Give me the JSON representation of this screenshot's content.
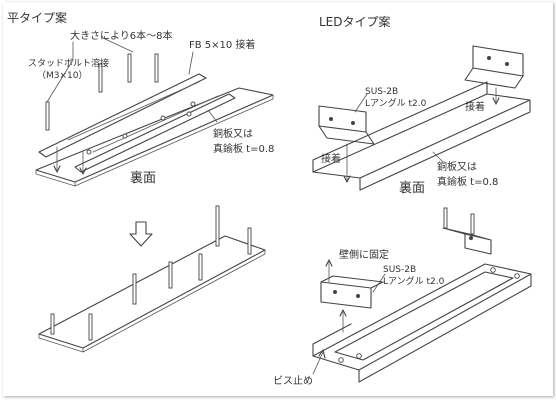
{
  "colors": {
    "ink": "#444444",
    "paper": "#ffffff"
  },
  "flat_type": {
    "title": "平タイプ案",
    "stud_note": "スタッドボルト溶接",
    "stud_sub": "（M3×10）",
    "count_note": "大きさにより6本〜8本",
    "fb_note": "FB 5×10 接着",
    "plate_note_1": "銅板又は",
    "plate_note_2": "真鍮板 t=0.8",
    "back_label": "裏面",
    "arrow_icon": "down-arrow-icon"
  },
  "led_type": {
    "title": "LEDタイプ案",
    "angle_note_1": "SUS-2B",
    "angle_note_2": "Lアングル t2.0",
    "weld_left": "接着",
    "weld_right": "接着",
    "plate_note_1": "銅板又は",
    "plate_note_2": "真鍮板 t=0.8",
    "back_label": "裏面",
    "wall_note": "壁側に固定",
    "angle2_note_1": "SUS-2B",
    "angle2_note_2": "Lアングル t2.0",
    "screw_note": "ビス止め"
  }
}
